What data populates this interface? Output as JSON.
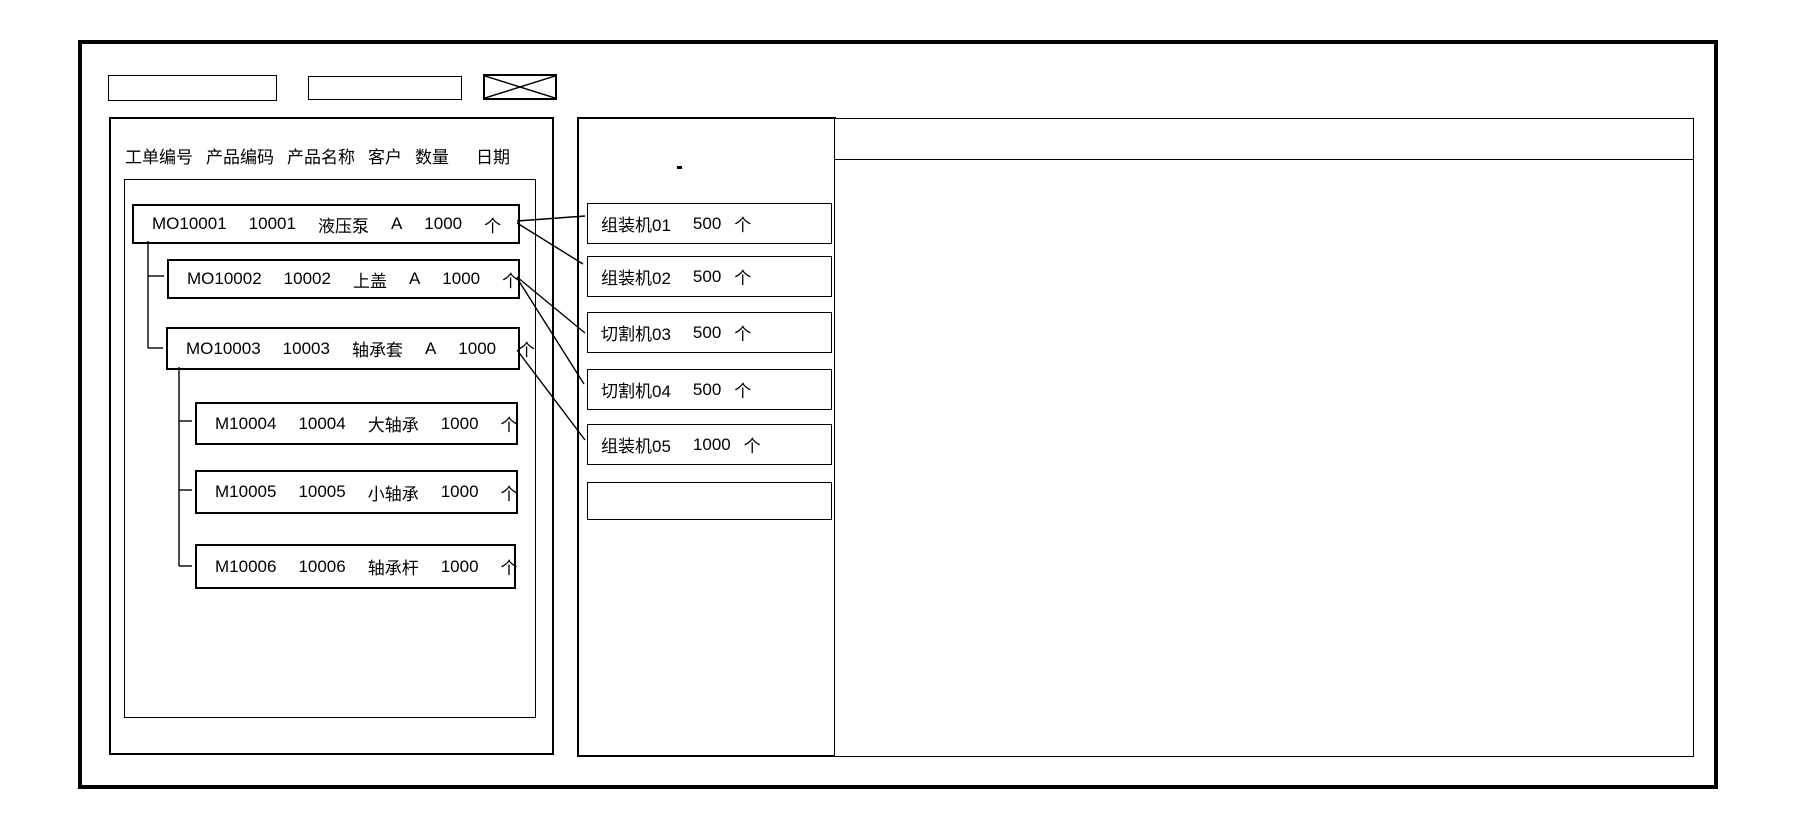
{
  "colors": {
    "background": "#ffffff",
    "ink": "#000000"
  },
  "left_panel": {
    "columns": [
      "工单编号",
      "产品编码",
      "产品名称",
      "客户",
      "数量",
      "日期"
    ],
    "orders": [
      {
        "order_no": "MO10001",
        "product_code": "10001",
        "product_name": "液压泵",
        "customer": "A",
        "qty": "1000",
        "unit": "个"
      },
      {
        "order_no": "MO10002",
        "product_code": "10002",
        "product_name": "上盖",
        "customer": "A",
        "qty": "1000",
        "unit": "个"
      },
      {
        "order_no": "MO10003",
        "product_code": "10003",
        "product_name": "轴承套",
        "customer": "A",
        "qty": "1000",
        "unit": "个"
      },
      {
        "order_no": "M10004",
        "product_code": "10004",
        "product_name": "大轴承",
        "customer": "",
        "qty": "1000",
        "unit": "个"
      },
      {
        "order_no": "M10005",
        "product_code": "10005",
        "product_name": "小轴承",
        "customer": "",
        "qty": "1000",
        "unit": "个"
      },
      {
        "order_no": "M10006",
        "product_code": "10006",
        "product_name": "轴承杆",
        "customer": "",
        "qty": "1000",
        "unit": "个"
      }
    ]
  },
  "middle_panel": {
    "machines": [
      {
        "name": "组装机01",
        "qty": "500",
        "unit": "个"
      },
      {
        "name": "组装机02",
        "qty": "500",
        "unit": "个"
      },
      {
        "name": "切割机03",
        "qty": "500",
        "unit": "个"
      },
      {
        "name": "切割机04",
        "qty": "500",
        "unit": "个"
      },
      {
        "name": "组装机05",
        "qty": "1000",
        "unit": "个"
      },
      {
        "name": "",
        "qty": "",
        "unit": ""
      }
    ]
  }
}
